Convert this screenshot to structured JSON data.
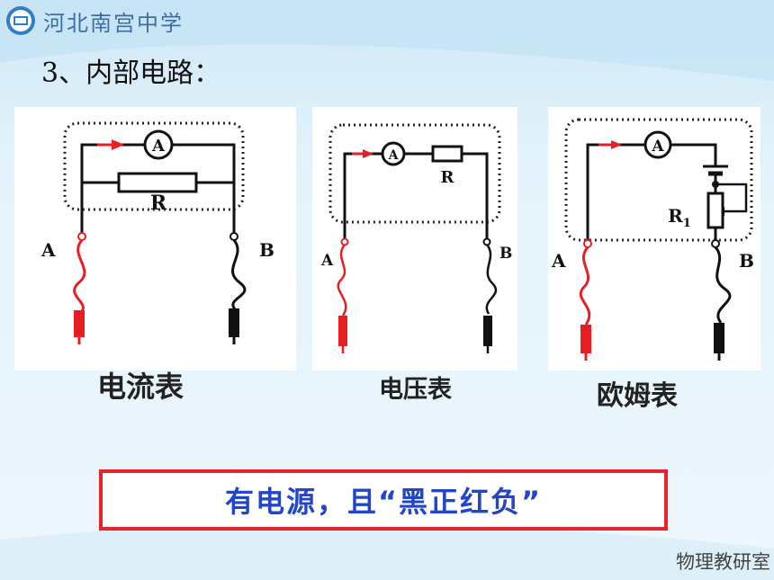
{
  "header": {
    "school_name": "河北南宫中学",
    "section_title": "3、内部电路："
  },
  "diagrams": [
    {
      "caption": "电流表",
      "meter_label": "A",
      "resistor_label": "R",
      "terminal_left": "A",
      "terminal_right": "B"
    },
    {
      "caption": "电压表",
      "meter_label": "A",
      "resistor_label": "R",
      "terminal_left": "A",
      "terminal_right": "B"
    },
    {
      "caption": "欧姆表",
      "meter_label": "A",
      "resistor_label": "R",
      "resistor_subscript": "1",
      "terminal_left": "A",
      "terminal_right": "B"
    }
  ],
  "note": {
    "text": "有电源，且“黑正红负”"
  },
  "footer": {
    "text": "物理教研室"
  },
  "colors": {
    "red_lead": "#e81e25",
    "black_lead": "#111111",
    "note_border": "#e8232a",
    "note_text": "#2346c7",
    "school_text": "#3b6ea8"
  }
}
